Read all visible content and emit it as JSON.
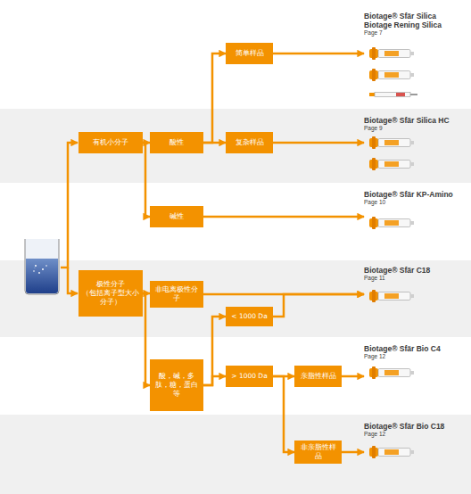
{
  "diagram": {
    "nodes": [
      {
        "text": [
          "有机小分子"
        ]
      },
      {
        "text": [
          "酸性"
        ]
      },
      {
        "text": [
          "简单样品"
        ]
      },
      {
        "text": [
          "复杂样品"
        ]
      },
      {
        "text": [
          "碱性"
        ]
      },
      {
        "text": [
          "极性分子",
          "（包括离子型大小分子）"
        ]
      },
      {
        "text": [
          "非电离极性分子"
        ]
      },
      {
        "text": [
          "< 1000 Da"
        ]
      },
      {
        "text": [
          "酸，碱，多肽，糖，蛋白等"
        ]
      },
      {
        "text": [
          "> 1000 Da"
        ]
      },
      {
        "text": [
          "亲脂性样品"
        ]
      },
      {
        "text": [
          "非亲脂性样品"
        ]
      },
      {
        "text": [
          "Biotage® Sfär Silica",
          "Biotage Rening Silica",
          "Page 7"
        ]
      },
      {
        "text": [
          "Biotage® Sfär Silica HC",
          "Page 9"
        ]
      },
      {
        "text": [
          "Biotage® Sfär KP-Amino",
          "Page 10"
        ]
      },
      {
        "text": [
          "Biotage® Sfär C18",
          "Page 11"
        ]
      },
      {
        "text": [
          "Biotage® Sfär Bio C4",
          "Page 12"
        ]
      },
      {
        "text": [
          "Biotage® Sfär Bio C18",
          "Page 12"
        ]
      }
    ],
    "edges": [
      {
        "from": 0,
        "to": 1,
        "arrow": "to"
      },
      {
        "from": 0,
        "to": 4,
        "arrow": "to"
      },
      {
        "from": 1,
        "to": 2,
        "arrow": "to"
      },
      {
        "from": 1,
        "to": 3,
        "arrow": "to"
      },
      {
        "from": 2,
        "to": 12,
        "arrow": "to"
      },
      {
        "from": 3,
        "to": 13,
        "arrow": "to"
      },
      {
        "from": 4,
        "to": 14,
        "arrow": "to"
      },
      {
        "from": 5,
        "to": 6,
        "arrow": "to"
      },
      {
        "from": 5,
        "to": 8,
        "arrow": "to"
      },
      {
        "from": 6,
        "to": 15,
        "arrow": "to"
      },
      {
        "from": 8,
        "to": 7,
        "arrow": "to"
      },
      {
        "from": 8,
        "to": 9,
        "arrow": "to"
      },
      {
        "from": 7,
        "to": 15,
        "arrow": "to"
      },
      {
        "from": 9,
        "to": 10,
        "arrow": "to"
      },
      {
        "from": 9,
        "to": 11,
        "arrow": "to"
      },
      {
        "from": 10,
        "to": 16,
        "arrow": "to"
      },
      {
        "from": 11,
        "to": 17,
        "arrow": "to"
      }
    ]
  }
}
